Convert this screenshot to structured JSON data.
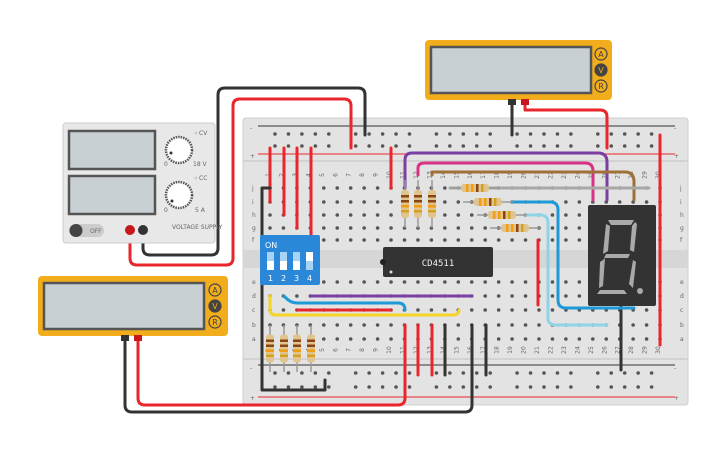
{
  "breadboard": {
    "row_letters_top": [
      "j",
      "i",
      "h",
      "g",
      "f"
    ],
    "row_letters_bottom": [
      "e",
      "d",
      "c",
      "b",
      "a"
    ],
    "column_numbers": [
      "1",
      "2",
      "3",
      "4",
      "5",
      "6",
      "7",
      "8",
      "9",
      "10",
      "11",
      "12",
      "13",
      "14",
      "15",
      "16",
      "17",
      "18",
      "19",
      "20",
      "21",
      "22",
      "23",
      "24",
      "25",
      "26",
      "27",
      "28",
      "29",
      "30"
    ],
    "rail_plus": "+",
    "rail_minus": "-"
  },
  "chip": {
    "label": "CD4511"
  },
  "dip_switch": {
    "label": "ON",
    "positions": [
      "1",
      "2",
      "3",
      "4"
    ],
    "states": [
      "off",
      "off",
      "off",
      "on"
    ]
  },
  "seven_segment": {
    "digit": "2"
  },
  "power_supply": {
    "voltage_min": "0",
    "voltage_max": "18 V",
    "current_min": "0",
    "current_max": "5 A",
    "cv_label": "CV",
    "cc_label": "CC",
    "switch_label": "OFF",
    "brand": "VOLTAGE SUPPLY"
  },
  "multimeter_top": {
    "modes": [
      "A",
      "V",
      "R"
    ],
    "selected": "V",
    "reading": ""
  },
  "multimeter_left": {
    "modes": [
      "A",
      "V",
      "R"
    ],
    "selected": "V",
    "reading": ""
  },
  "colors": {
    "meter": "#f2ad1c",
    "board": "#e6e6e6",
    "chip": "#333333",
    "dip": "#2b88d8",
    "red_wire": "#e8262b",
    "black_wire": "#333333",
    "blue_wire": "#1e9ad6",
    "purple_wire": "#7b3ea3",
    "magenta_wire": "#d63384",
    "brown_wire": "#a0703a",
    "yellow_wire": "#f5d327",
    "gray_wire": "#a8a8a8"
  }
}
